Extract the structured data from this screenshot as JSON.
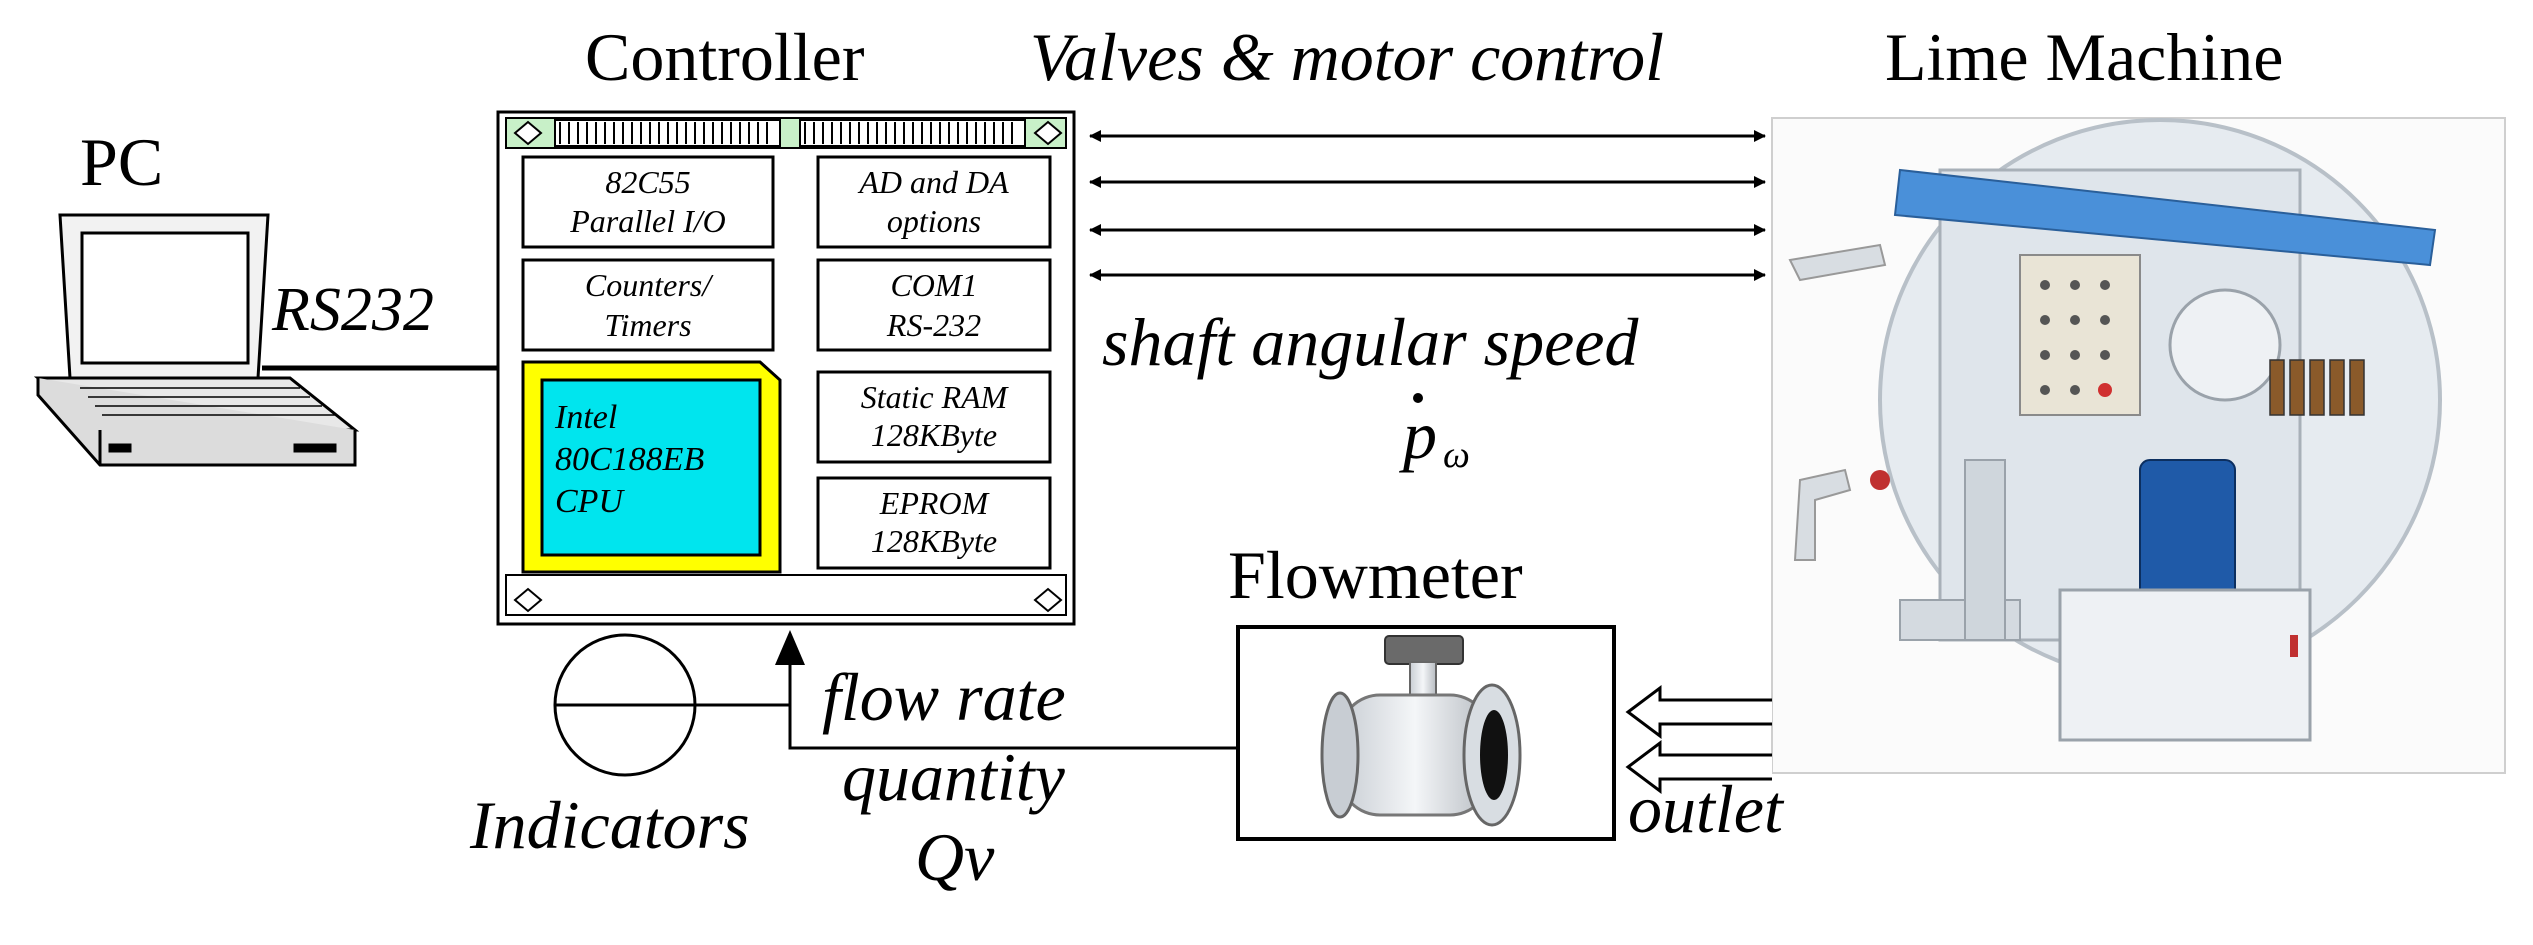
{
  "labels": {
    "controller": "Controller",
    "valves": "Valves & motor control",
    "lime_machine": "Lime Machine",
    "pc": "PC",
    "rs232": "RS232",
    "shaft_speed": "shaft angular speed",
    "p_omega_p": "p",
    "p_omega_sub": "ω",
    "flowmeter": "Flowmeter",
    "flow_rate": "flow rate",
    "quantity": "quantity",
    "qv": "Qv",
    "indicators": "Indicators",
    "outlet": "outlet"
  },
  "board": {
    "ppi_line1": "82C55",
    "ppi_line2": "Parallel I/O",
    "adda_line1": "AD and DA",
    "adda_line2": "options",
    "counters_line1": "Counters/",
    "counters_line2": "Timers",
    "com_line1": "COM1",
    "com_line2": "RS-232",
    "cpu_line1": "Intel",
    "cpu_line2": "80C188EB",
    "cpu_line3": "CPU",
    "ram_line1": "Static RAM",
    "ram_line2": "128KByte",
    "eprom_line1": "EPROM",
    "eprom_line2": "128KByte"
  },
  "colors": {
    "cpu_outer": "#ffff00",
    "cpu_inner": "#00e5ee",
    "board_bar": "#c8f0c8",
    "machine_body": "#e6ebf0"
  }
}
